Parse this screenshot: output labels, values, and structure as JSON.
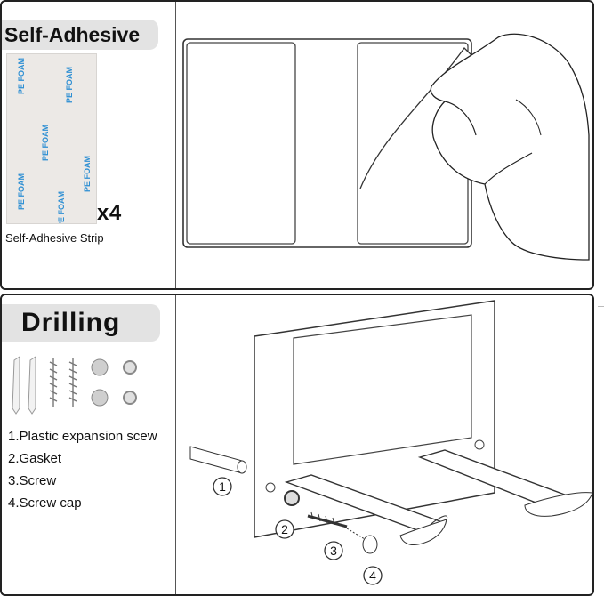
{
  "top_panel": {
    "title": "Self-Adhesive",
    "strip_text": "PE FOAM",
    "multiplier": "x4",
    "caption": "Self-Adhesive Strip"
  },
  "bottom_panel": {
    "title": "Drilling",
    "parts": [
      "1.Plastic expansion scew",
      "2.Gasket",
      "3.Screw",
      "4.Screw cap"
    ],
    "callouts": [
      "1",
      "2",
      "3",
      "4"
    ]
  }
}
